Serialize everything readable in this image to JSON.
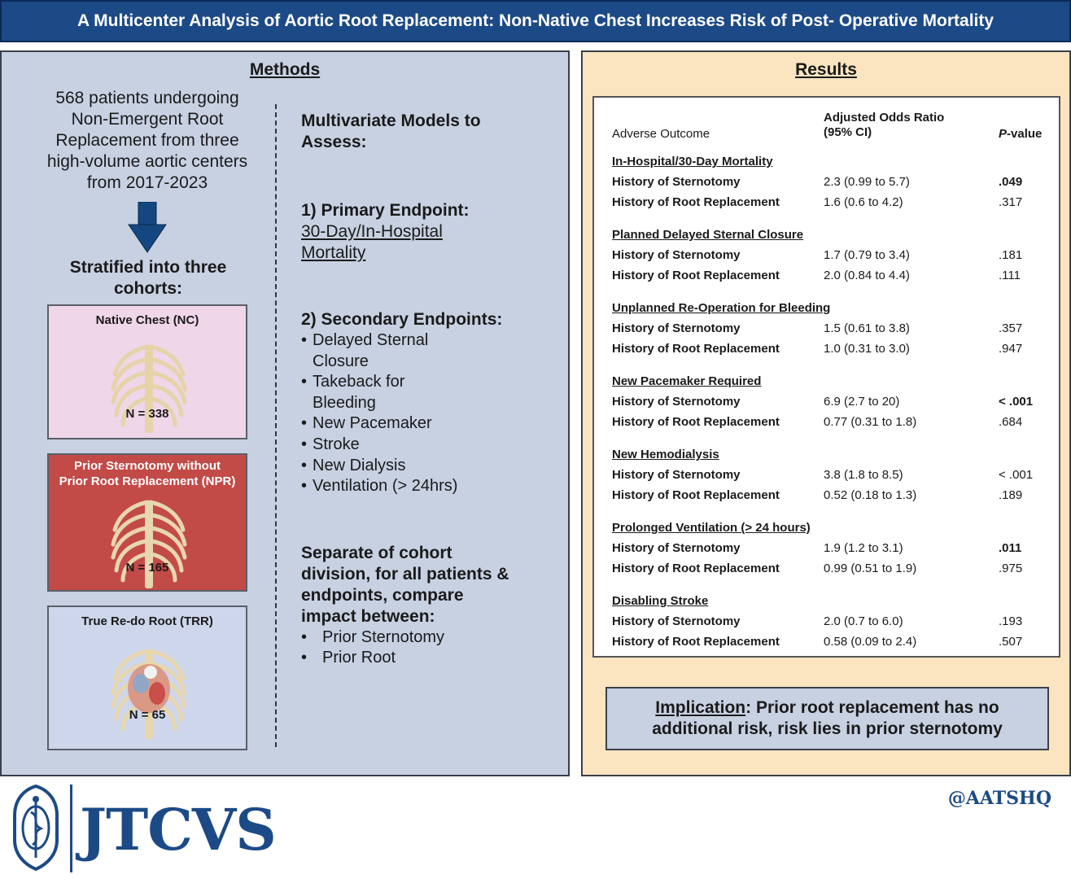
{
  "title": "A Multicenter Analysis of Aortic Root Replacement: Non-Native Chest Increases Risk of Post- Operative Mortality",
  "methods": {
    "heading": "Methods",
    "patients_lines": [
      "568 patients undergoing",
      "Non-Emergent Root",
      "Replacement from three",
      "high-volume aortic centers",
      "from 2017-2023"
    ],
    "stratified_lines": [
      "Stratified into three",
      "cohorts:"
    ],
    "cohorts": [
      {
        "title_lines": [
          "Native Chest (NC)"
        ],
        "n": "N = 338"
      },
      {
        "title_lines": [
          "Prior Sternotomy without",
          "Prior Root Replacement (NPR)"
        ],
        "n": "N = 165"
      },
      {
        "title_lines": [
          "True Re-do Root (TRR)"
        ],
        "n": "N = 65"
      }
    ],
    "models_lines": [
      "Multivariate Models to",
      "Assess:"
    ],
    "primary_label": "1) Primary Endpoint:",
    "primary_lines": [
      "30-Day/In-Hospital",
      "Mortality"
    ],
    "secondary_label": "2) Secondary Endpoints:",
    "secondary_items": [
      [
        "Delayed Sternal",
        "Closure"
      ],
      [
        "Takeback for",
        "Bleeding"
      ],
      [
        "New Pacemaker"
      ],
      [
        "Stroke"
      ],
      [
        "New Dialysis"
      ],
      [
        "Ventilation (> 24hrs)"
      ]
    ],
    "separate_lines": [
      "Separate of cohort",
      "division, for all patients &",
      "endpoints, compare",
      "impact between:"
    ],
    "compare_items": [
      "Prior Sternotomy",
      "Prior Root"
    ]
  },
  "results": {
    "heading": "Results",
    "col_outcome": "Adverse Outcome",
    "col_or_lines": [
      "Adjusted Odds Ratio",
      "(95% CI)"
    ],
    "col_p": "P-value",
    "groups": [
      {
        "title": "In-Hospital/30-Day Mortality",
        "rows": [
          {
            "label": "History of Sternotomy",
            "or": "2.3 (0.99 to 5.7)",
            "p": ".049",
            "bold": true
          },
          {
            "label": "History of Root Replacement",
            "or": "1.6 (0.6 to 4.2)",
            "p": ".317",
            "bold": false
          }
        ]
      },
      {
        "title": "Planned Delayed Sternal Closure",
        "rows": [
          {
            "label": "History of Sternotomy",
            "or": "1.7 (0.79 to 3.4)",
            "p": ".181",
            "bold": false
          },
          {
            "label": "History of Root Replacement",
            "or": "2.0 (0.84 to 4.4)",
            "p": ".111",
            "bold": false
          }
        ]
      },
      {
        "title": "Unplanned Re-Operation for Bleeding",
        "rows": [
          {
            "label": "History of Sternotomy",
            "or": "1.5 (0.61 to 3.8)",
            "p": ".357",
            "bold": false
          },
          {
            "label": "History of Root Replacement",
            "or": "1.0 (0.31 to 3.0)",
            "p": ".947",
            "bold": false
          }
        ]
      },
      {
        "title": "New Pacemaker Required",
        "rows": [
          {
            "label": "History of Sternotomy",
            "or": "6.9 (2.7 to 20)",
            "p": "< .001",
            "bold": true
          },
          {
            "label": "History of Root Replacement",
            "or": "0.77 (0.31 to 1.8)",
            "p": ".684",
            "bold": false
          }
        ]
      },
      {
        "title": "New Hemodialysis",
        "rows": [
          {
            "label": "History of Sternotomy",
            "or": "3.8 (1.8 to 8.5)",
            "p": "< .001",
            "bold": false
          },
          {
            "label": "History of Root Replacement",
            "or": "0.52 (0.18 to 1.3)",
            "p": ".189",
            "bold": false
          }
        ]
      },
      {
        "title": "Prolonged Ventilation (> 24 hours)",
        "rows": [
          {
            "label": "History of Sternotomy",
            "or": "1.9 (1.2 to 3.1)",
            "p": ".011",
            "bold": true
          },
          {
            "label": "History of Root Replacement",
            "or": "0.99 (0.51 to 1.9)",
            "p": ".975",
            "bold": false
          }
        ]
      },
      {
        "title": "Disabling Stroke",
        "rows": [
          {
            "label": "History of Sternotomy",
            "or": "2.0 (0.7 to 6.0)",
            "p": ".193",
            "bold": false
          },
          {
            "label": "History of Root Replacement",
            "or": "0.58 (0.09 to 2.4)",
            "p": ".507",
            "bold": false
          }
        ]
      }
    ],
    "implication_label": "Implication",
    "implication_text": ": Prior root replacement has no additional risk, risk lies in prior sternotomy"
  },
  "footer": {
    "logo_text": "JTCVS",
    "handle": "@AATSHQ"
  },
  "colors": {
    "title_bar": "#1c4a86",
    "methods_bg": "#c8d1e2",
    "results_bg": "#fbe5c0",
    "nc_bg": "#efd6e8",
    "npr_bg": "#c24a47",
    "trr_bg": "#cdd6ea",
    "arrow": "#14477f"
  }
}
